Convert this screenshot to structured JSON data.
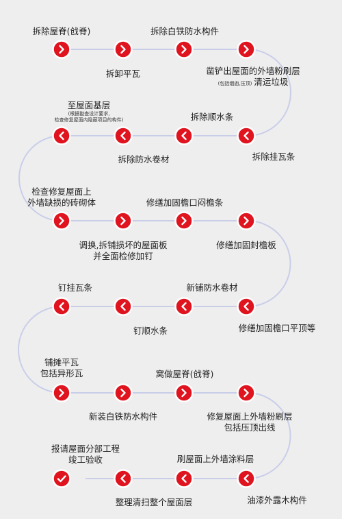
{
  "steps": [
    {
      "id": 1,
      "label": "拆除屋脊(戗脊)",
      "icon": "chevron-right-icon"
    },
    {
      "id": 2,
      "label": "拆卸平瓦",
      "icon": "chevron-right-icon"
    },
    {
      "id": 3,
      "label": "拆除白铁防水构件",
      "icon": "chevron-right-icon"
    },
    {
      "id": 4,
      "label": "凿铲出屋面的外墙粉刷层",
      "line2": "清运垃圾",
      "note": "(包括烟囱,压顶)",
      "icon": "chevron-right-icon"
    },
    {
      "id": 5,
      "label": "拆除挂瓦条",
      "icon": "chevron-left-icon"
    },
    {
      "id": 6,
      "label": "拆除顺水条",
      "icon": "chevron-left-icon"
    },
    {
      "id": 7,
      "label": "拆除防水卷材",
      "icon": "chevron-left-icon"
    },
    {
      "id": 8,
      "label": "至屋面基层",
      "note1": "(根据勘查设计要求,",
      "note2": "检查修复屋面内隐蔽项目的构件)",
      "icon": "chevron-left-icon"
    },
    {
      "id": 9,
      "label": "检查修复屋面上",
      "line2": "外墙缺损的砖砌体",
      "icon": "chevron-right-icon"
    },
    {
      "id": 10,
      "label": "调换,拆铺损坏的屋面板",
      "line2": "并全面检修加钉",
      "icon": "chevron-right-icon"
    },
    {
      "id": 11,
      "label": "修缮加固檐口闷檐条",
      "icon": "chevron-right-icon"
    },
    {
      "id": 12,
      "label": "修缮加固封檐板",
      "icon": "chevron-right-icon"
    },
    {
      "id": 13,
      "label": "修缮加固檐口平顶等",
      "icon": "chevron-left-icon"
    },
    {
      "id": 14,
      "label": "新铺防水卷材",
      "icon": "chevron-left-icon"
    },
    {
      "id": 15,
      "label": "钉顺水条",
      "icon": "chevron-left-icon"
    },
    {
      "id": 16,
      "label": "钉挂瓦条",
      "icon": "chevron-left-icon"
    },
    {
      "id": 17,
      "label": "铺摊平瓦",
      "line2": "包括异形瓦",
      "icon": "chevron-right-icon"
    },
    {
      "id": 18,
      "label": "新装白铁防水构件",
      "icon": "chevron-right-icon"
    },
    {
      "id": 19,
      "label": "窝做屋脊(戗脊)",
      "icon": "chevron-right-icon"
    },
    {
      "id": 20,
      "label": "修复屋面上外墙粉刷层",
      "line2": "包括压顶出线",
      "icon": "chevron-right-icon"
    },
    {
      "id": 21,
      "label": "油漆外露木构件",
      "icon": "chevron-left-icon"
    },
    {
      "id": 22,
      "label": "刷屋面上外墙涂料层",
      "icon": "chevron-left-icon"
    },
    {
      "id": 23,
      "label": "整理清扫整个屋面层",
      "icon": "chevron-left-icon"
    },
    {
      "id": 24,
      "label": "报请屋面分部工程",
      "line2": "竣工验收",
      "icon": "check-icon"
    }
  ],
  "colors": {
    "node": "#e0141e",
    "node_ring": "#ffffff",
    "path": "#c9cee8",
    "background": "#eeeeef",
    "text": "#1f1f1f"
  }
}
